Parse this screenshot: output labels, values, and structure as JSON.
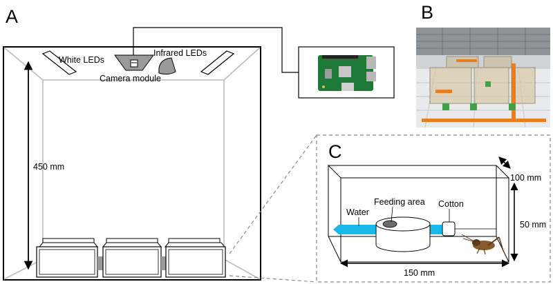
{
  "panels": {
    "a": "A",
    "b": "B",
    "c": "C"
  },
  "panel_a": {
    "white_leds": "White LEDs",
    "infrared_leds": "Infrared LEDs",
    "camera_module": "Camera module",
    "height": "450 mm"
  },
  "panel_c": {
    "width": "150 mm",
    "depth": "100 mm",
    "height": "50 mm",
    "water": "Water",
    "feeding_area": "Feeding area",
    "cotton": "Cotton"
  },
  "colors": {
    "water": "#17b9e6",
    "board": "#1f7a3a",
    "cricket": "#8a5a2b",
    "photo_orange": "#e67e22",
    "photo_green": "#43a047"
  },
  "icons": [
    "raspberry-pi-board",
    "cricket-icon",
    "rearing-chambers-photo"
  ]
}
